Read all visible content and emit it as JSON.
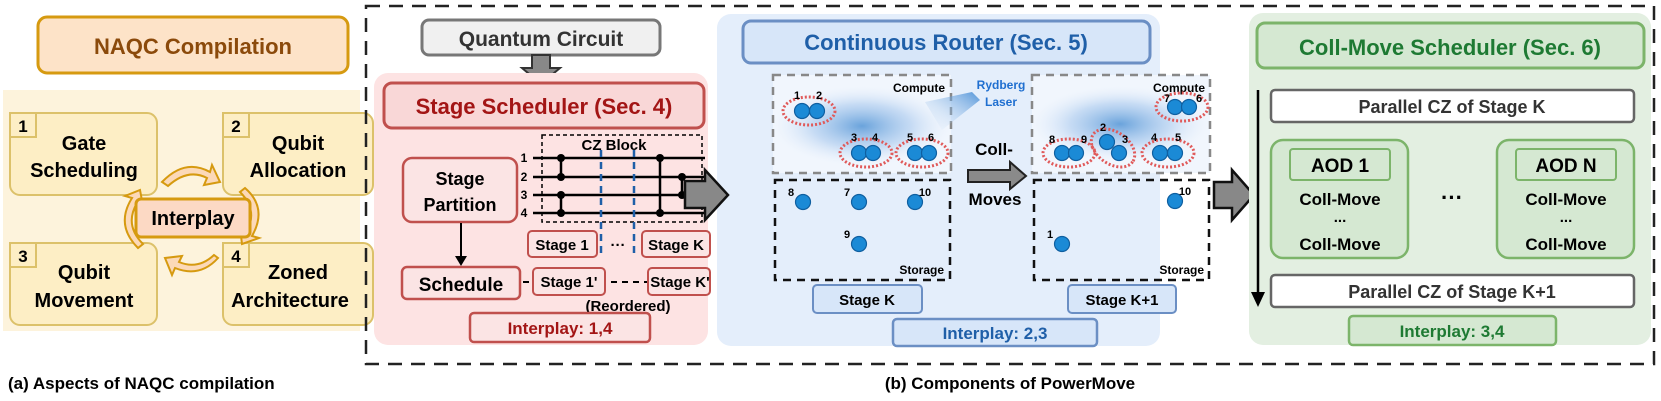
{
  "left": {
    "title": "NAQC Compilation",
    "aspects": [
      {
        "num": "1",
        "line1": "Gate",
        "line2": "Scheduling"
      },
      {
        "num": "2",
        "line1": "Qubit",
        "line2": "Allocation"
      },
      {
        "num": "3",
        "line1": "Qubit",
        "line2": "Movement"
      },
      {
        "num": "4",
        "line1": "Zoned",
        "line2": "Architecture"
      }
    ],
    "center": "Interplay",
    "caption": "(a) Aspects of NAQC compilation"
  },
  "input": "Quantum Circuit",
  "stage_scheduler": {
    "title": "Stage Scheduler (Sec. 4)",
    "partition_l1": "Stage",
    "partition_l2": "Partition",
    "schedule": "Schedule",
    "cz_block": "CZ Block",
    "qubits": [
      "1",
      "2",
      "3",
      "4"
    ],
    "stage_1": "Stage 1",
    "stage_k": "Stage K",
    "ellipsis": "···",
    "stage_1p": "Stage 1'",
    "stage_kp": "Stage K'",
    "reordered": "(Reordered)",
    "interplay": "Interplay: 1,4",
    "color": "#a31515"
  },
  "router": {
    "title": "Continuous Router (Sec. 5)",
    "compute": "Compute",
    "storage": "Storage",
    "laser_l1": "Rydberg",
    "laser_l2": "Laser",
    "move_l1": "Coll-",
    "move_l2": "Moves",
    "stage_k": "Stage K",
    "stage_k1": "Stage K+1",
    "interplay": "Interplay: 2,3",
    "atoms_k": [
      "1",
      "2",
      "3",
      "4",
      "5",
      "6",
      "8",
      "7",
      "10",
      "9"
    ],
    "atoms_k1": [
      "8",
      "9",
      "2",
      "3",
      "4",
      "5",
      "7",
      "6",
      "10",
      "1"
    ],
    "color": "#1f5fa8"
  },
  "collmove": {
    "title": "Coll-Move Scheduler (Sec. 6)",
    "parallel_k": "Parallel CZ of Stage K",
    "parallel_k1": "Parallel CZ of Stage K+1",
    "aod_1": "AOD 1",
    "aod_n": "AOD N",
    "coll_move": "Coll-Move",
    "dots": "...",
    "group_dots": "···",
    "interplay": "Interplay: 3,4",
    "color": "#1e7a33"
  },
  "caption_b": "(b) Components of PowerMove"
}
